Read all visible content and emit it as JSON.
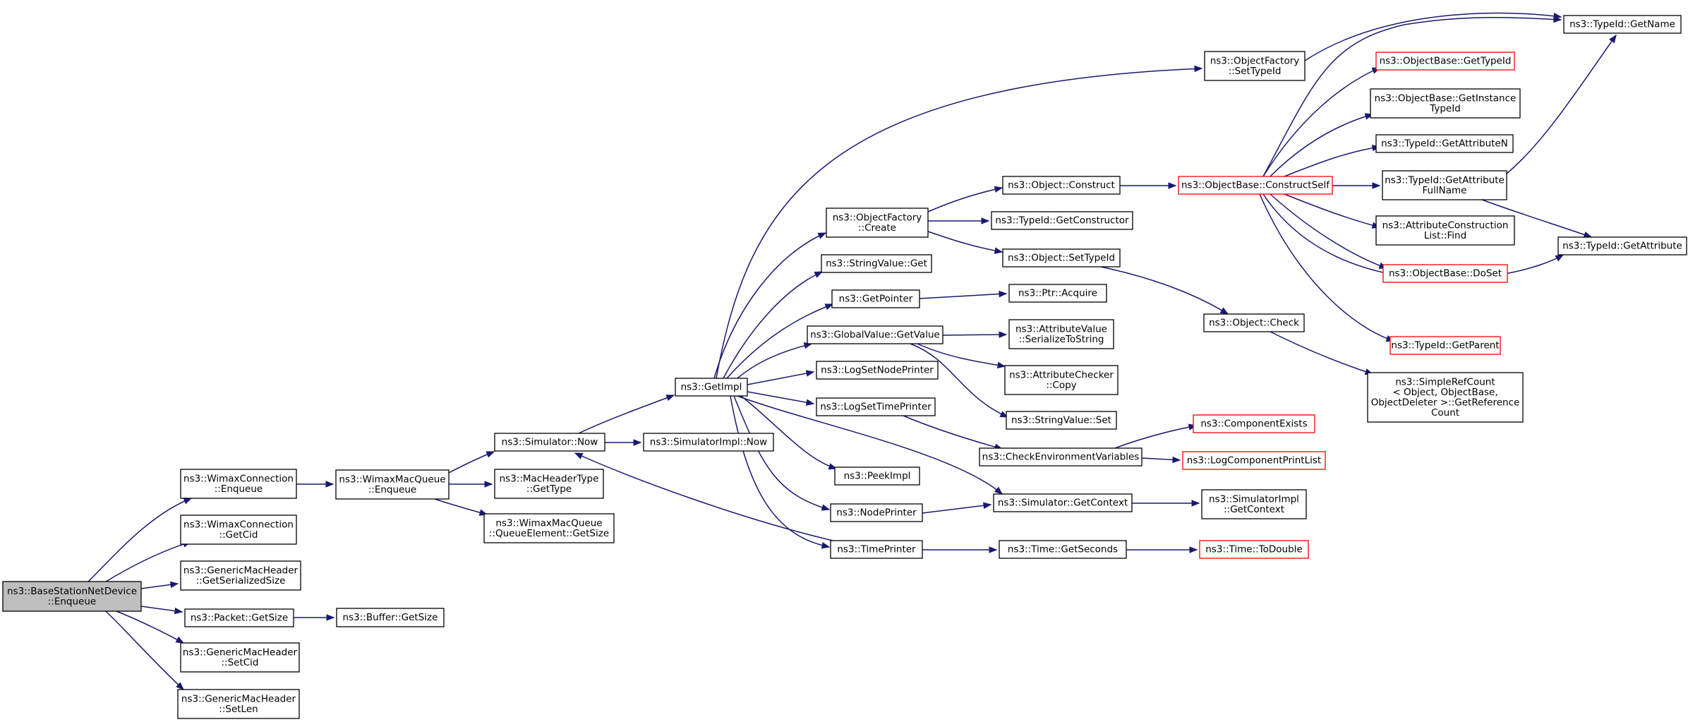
{
  "colors": {
    "edge": "#191970",
    "border_normal": "#000000",
    "border_truncated": "#ff0000",
    "root_fill": "#bfbfbf",
    "fill": "#ffffff"
  },
  "nodes": [
    {
      "id": "root",
      "lines": [
        "ns3::BaseStationNetDevice",
        "::Enqueue"
      ],
      "style": "root"
    },
    {
      "id": "wc_enq",
      "lines": [
        "ns3::WimaxConnection",
        "::Enqueue"
      ],
      "style": "normal"
    },
    {
      "id": "wc_cid",
      "lines": [
        "ns3::WimaxConnection",
        "::GetCid"
      ],
      "style": "normal"
    },
    {
      "id": "gmh_ser",
      "lines": [
        "ns3::GenericMacHeader",
        "::GetSerializedSize"
      ],
      "style": "normal"
    },
    {
      "id": "pkt_size",
      "lines": [
        "ns3::Packet::GetSize"
      ],
      "style": "normal"
    },
    {
      "id": "gmh_setcid",
      "lines": [
        "ns3::GenericMacHeader",
        "::SetCid"
      ],
      "style": "normal"
    },
    {
      "id": "gmh_setlen",
      "lines": [
        "ns3::GenericMacHeader",
        "::SetLen"
      ],
      "style": "normal"
    },
    {
      "id": "buf_size",
      "lines": [
        "ns3::Buffer::GetSize"
      ],
      "style": "normal"
    },
    {
      "id": "wmq_enq",
      "lines": [
        "ns3::WimaxMacQueue",
        "::Enqueue"
      ],
      "style": "normal"
    },
    {
      "id": "sim_now",
      "lines": [
        "ns3::Simulator::Now"
      ],
      "style": "normal"
    },
    {
      "id": "mht",
      "lines": [
        "ns3::MacHeaderType",
        "::GetType"
      ],
      "style": "normal"
    },
    {
      "id": "qe_size",
      "lines": [
        "ns3::WimaxMacQueue",
        "::QueueElement::GetSize"
      ],
      "style": "normal"
    },
    {
      "id": "simimpl_now",
      "lines": [
        "ns3::SimulatorImpl::Now"
      ],
      "style": "normal"
    },
    {
      "id": "getimpl",
      "lines": [
        "ns3::GetImpl"
      ],
      "style": "normal"
    },
    {
      "id": "of_create",
      "lines": [
        "ns3::ObjectFactory",
        "::Create"
      ],
      "style": "normal"
    },
    {
      "id": "sv_get",
      "lines": [
        "ns3::StringValue::Get"
      ],
      "style": "normal"
    },
    {
      "id": "getpointer",
      "lines": [
        "ns3::GetPointer"
      ],
      "style": "normal"
    },
    {
      "id": "gv_getvalue",
      "lines": [
        "ns3::GlobalValue::GetValue"
      ],
      "style": "normal"
    },
    {
      "id": "lsnp",
      "lines": [
        "ns3::LogSetNodePrinter"
      ],
      "style": "normal"
    },
    {
      "id": "lstp",
      "lines": [
        "ns3::LogSetTimePrinter"
      ],
      "style": "normal"
    },
    {
      "id": "peekimpl",
      "lines": [
        "ns3::PeekImpl"
      ],
      "style": "normal"
    },
    {
      "id": "nodeprinter",
      "lines": [
        "ns3::NodePrinter"
      ],
      "style": "normal"
    },
    {
      "id": "timeprinter",
      "lines": [
        "ns3::TimePrinter"
      ],
      "style": "normal"
    },
    {
      "id": "of_settypeid",
      "lines": [
        "ns3::ObjectFactory",
        "::SetTypeId"
      ],
      "style": "normal"
    },
    {
      "id": "obj_construct",
      "lines": [
        "ns3::Object::Construct"
      ],
      "style": "normal"
    },
    {
      "id": "tid_getctor",
      "lines": [
        "ns3::TypeId::GetConstructor"
      ],
      "style": "normal"
    },
    {
      "id": "obj_settypeid",
      "lines": [
        "ns3::Object::SetTypeId"
      ],
      "style": "normal"
    },
    {
      "id": "ptr_acquire",
      "lines": [
        "ns3::Ptr::Acquire"
      ],
      "style": "normal"
    },
    {
      "id": "av_ser",
      "lines": [
        "ns3::AttributeValue",
        "::SerializeToString"
      ],
      "style": "normal"
    },
    {
      "id": "ac_copy",
      "lines": [
        "ns3::AttributeChecker",
        "::Copy"
      ],
      "style": "normal"
    },
    {
      "id": "sv_set",
      "lines": [
        "ns3::StringValue::Set"
      ],
      "style": "normal"
    },
    {
      "id": "checkenv",
      "lines": [
        "ns3::CheckEnvironmentVariables"
      ],
      "style": "normal"
    },
    {
      "id": "sim_getctx",
      "lines": [
        "ns3::Simulator::GetContext"
      ],
      "style": "normal"
    },
    {
      "id": "time_getsec",
      "lines": [
        "ns3::Time::GetSeconds"
      ],
      "style": "normal"
    },
    {
      "id": "ob_constructself",
      "lines": [
        "ns3::ObjectBase::ConstructSelf"
      ],
      "style": "truncated"
    },
    {
      "id": "obj_check",
      "lines": [
        "ns3::Object::Check"
      ],
      "style": "normal"
    },
    {
      "id": "compexists",
      "lines": [
        "ns3::ComponentExists"
      ],
      "style": "truncated"
    },
    {
      "id": "logcompprint",
      "lines": [
        "ns3::LogComponentPrintList"
      ],
      "style": "truncated"
    },
    {
      "id": "simimpl_getctx",
      "lines": [
        "ns3::SimulatorImpl",
        "::GetContext"
      ],
      "style": "normal"
    },
    {
      "id": "time_todouble",
      "lines": [
        "ns3::Time::ToDouble"
      ],
      "style": "truncated"
    },
    {
      "id": "ob_gettypeid",
      "lines": [
        "ns3::ObjectBase::GetTypeId"
      ],
      "style": "truncated"
    },
    {
      "id": "ob_getinst",
      "lines": [
        "ns3::ObjectBase::GetInstance",
        "TypeId"
      ],
      "style": "normal"
    },
    {
      "id": "tid_getattrn",
      "lines": [
        "ns3::TypeId::GetAttributeN"
      ],
      "style": "normal"
    },
    {
      "id": "tid_getattrfull",
      "lines": [
        "ns3::TypeId::GetAttribute",
        "FullName"
      ],
      "style": "normal"
    },
    {
      "id": "acl_find",
      "lines": [
        "ns3::AttributeConstruction",
        "List::Find"
      ],
      "style": "normal"
    },
    {
      "id": "ob_doset",
      "lines": [
        "ns3::ObjectBase::DoSet"
      ],
      "style": "truncated"
    },
    {
      "id": "tid_getparent",
      "lines": [
        "ns3::TypeId::GetParent"
      ],
      "style": "truncated"
    },
    {
      "id": "srefcount",
      "lines": [
        "ns3::SimpleRefCount",
        "< Object, ObjectBase,",
        " ObjectDeleter >::GetReference",
        "Count"
      ],
      "style": "normal"
    },
    {
      "id": "tid_getname",
      "lines": [
        "ns3::TypeId::GetName"
      ],
      "style": "normal"
    },
    {
      "id": "tid_getattr",
      "lines": [
        "ns3::TypeId::GetAttribute"
      ],
      "style": "normal"
    }
  ]
}
